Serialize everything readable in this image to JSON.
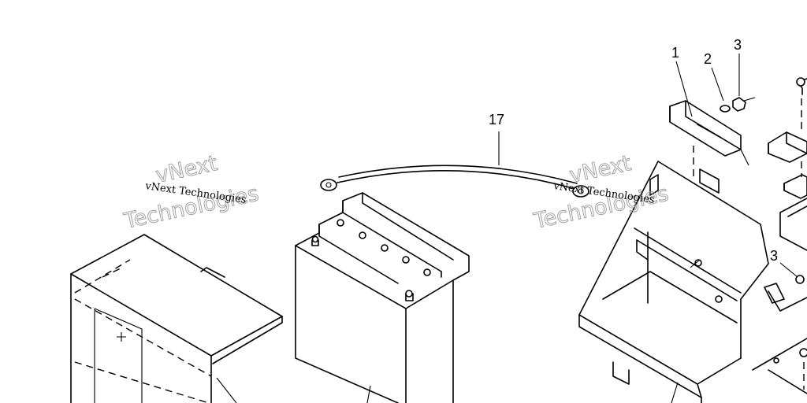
{
  "callouts": {
    "c1": "1",
    "c2": "2",
    "c3_top": "3",
    "c3_mid": "3",
    "c17": "17"
  },
  "watermark": {
    "brand_small": "vNext Technologies",
    "brand_big_line1": "vNext",
    "brand_big_line2": "Technologies"
  },
  "colors": {
    "line": "#000000",
    "background": "#ffffff",
    "watermark_outline": "#9a9a9a"
  }
}
